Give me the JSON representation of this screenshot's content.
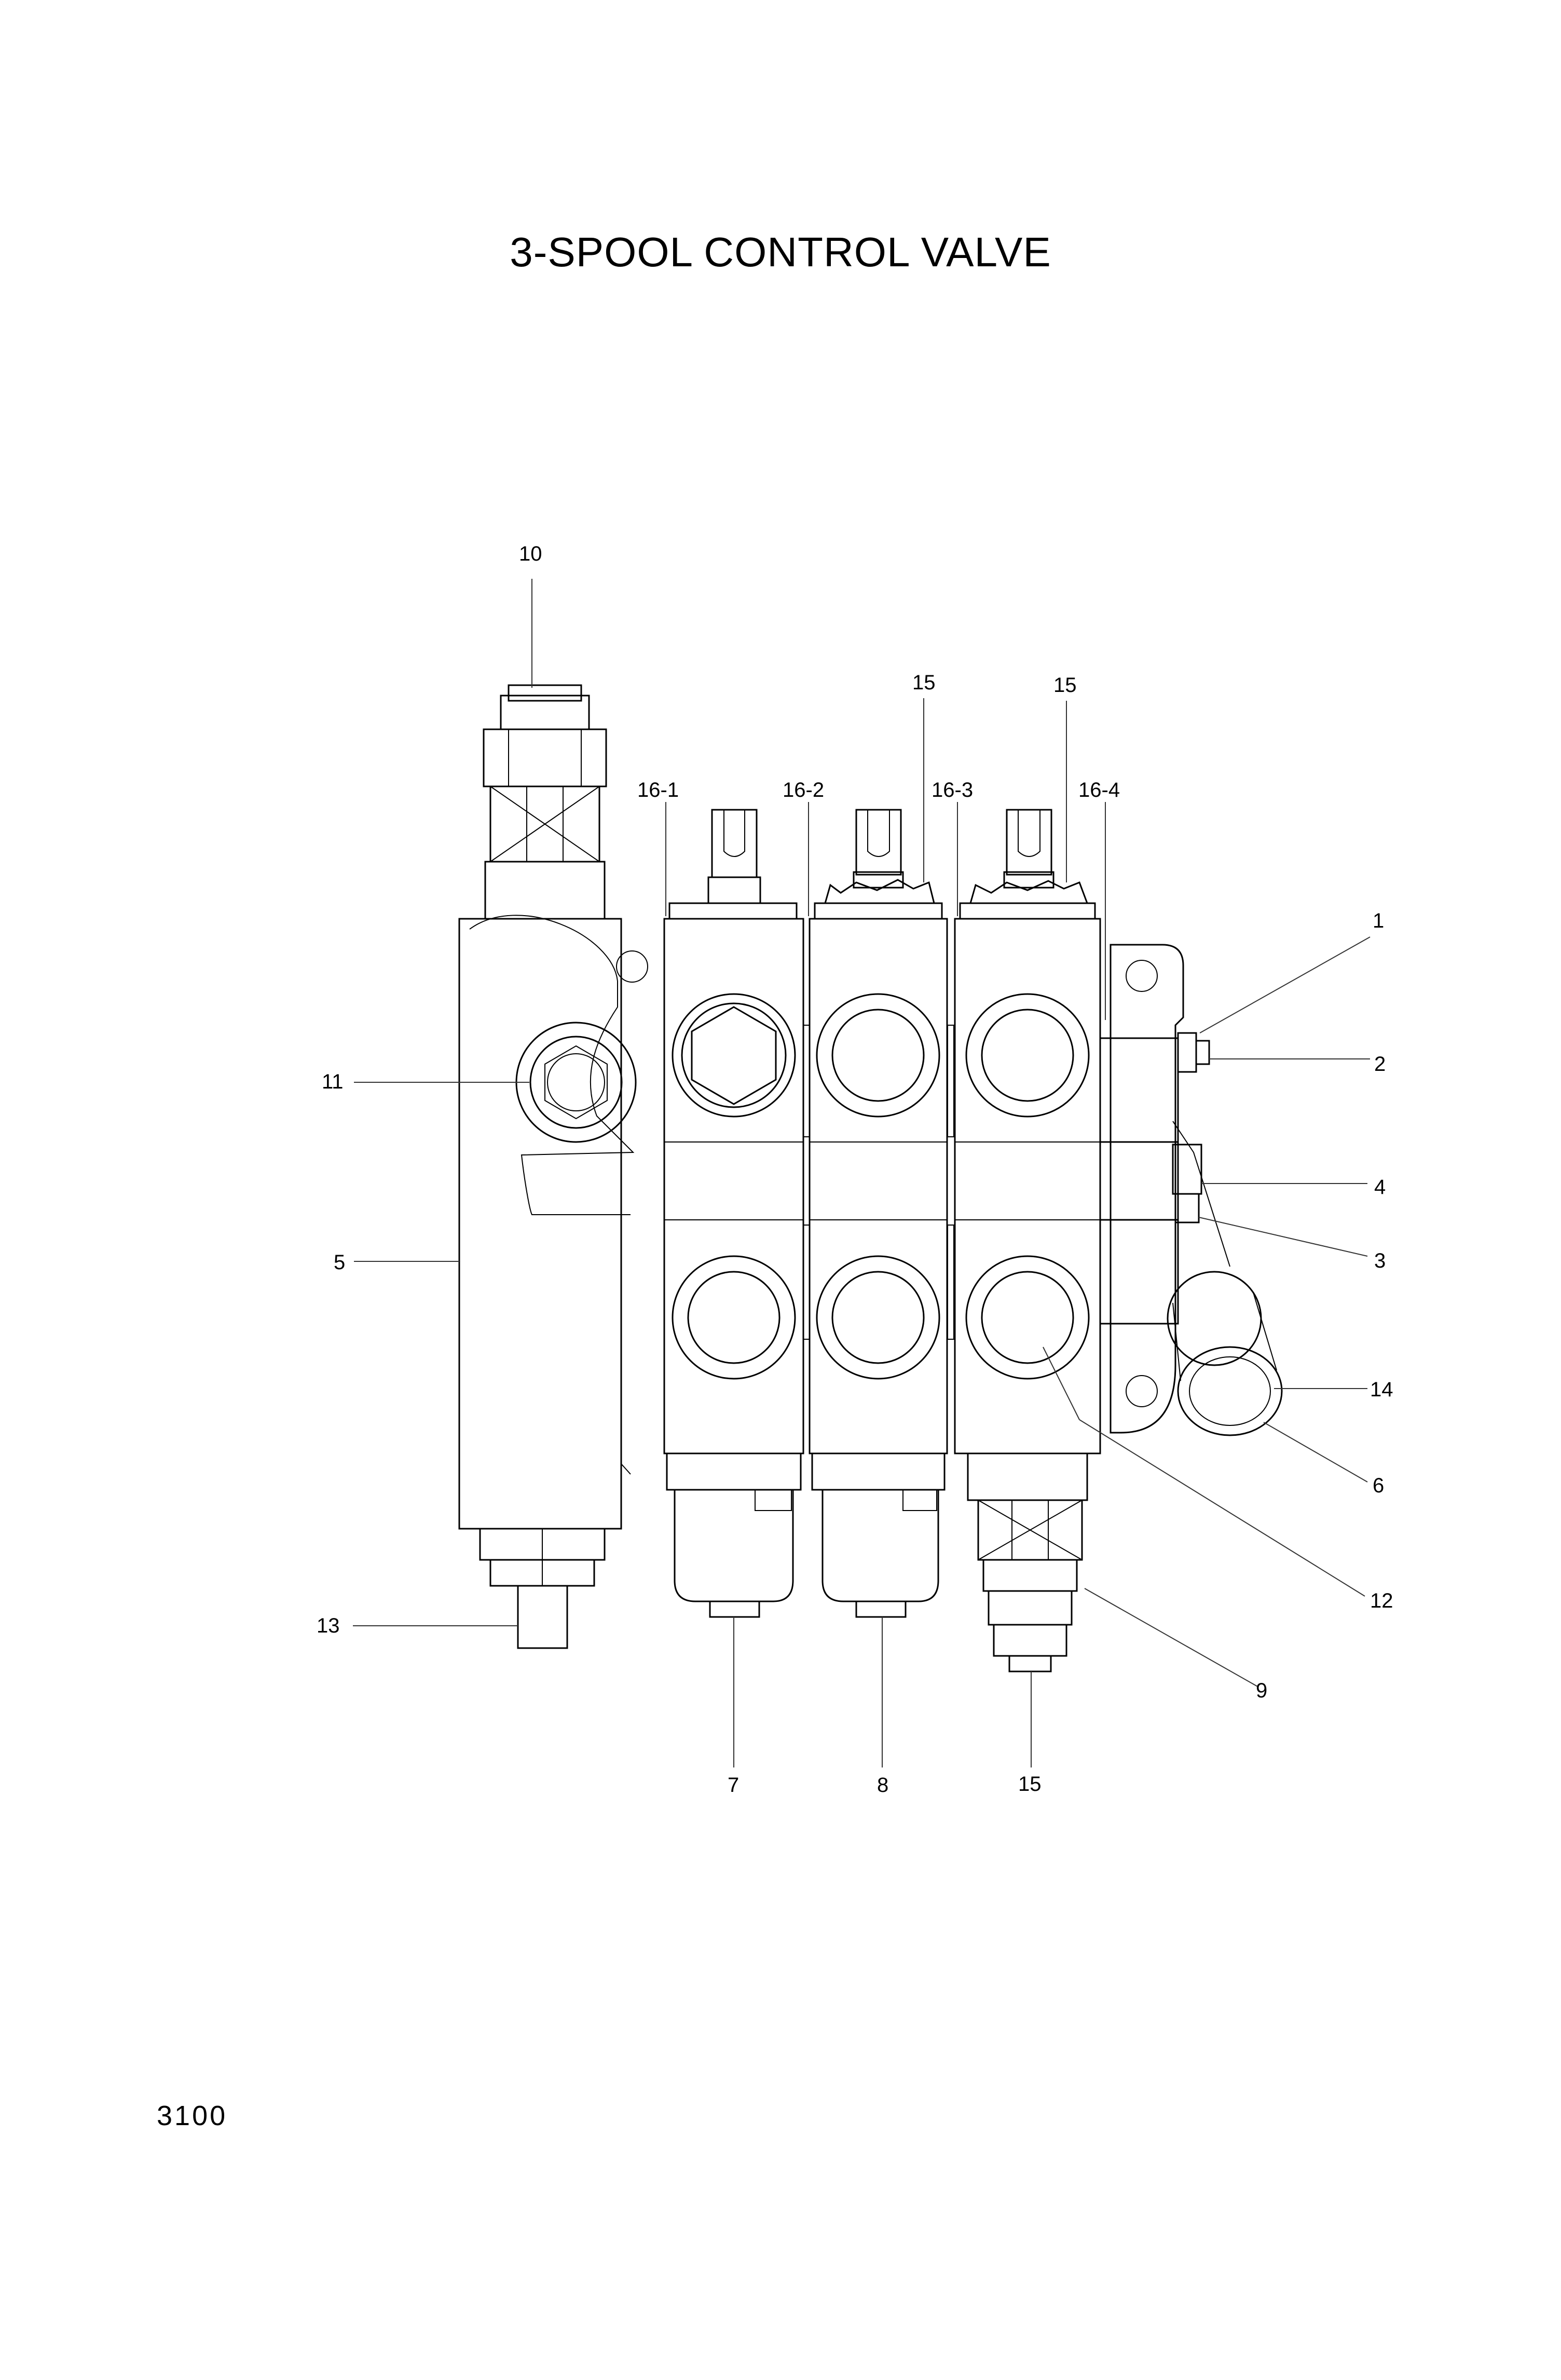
{
  "title": "3-SPOOL CONTROL VALVE",
  "page_number": "3100",
  "callouts": [
    {
      "id": "callout-10",
      "text": "10"
    },
    {
      "id": "callout-15-top-a",
      "text": "15"
    },
    {
      "id": "callout-15-top-b",
      "text": "15"
    },
    {
      "id": "callout-16-1",
      "text": "16-1"
    },
    {
      "id": "callout-16-2",
      "text": "16-2"
    },
    {
      "id": "callout-16-3",
      "text": "16-3"
    },
    {
      "id": "callout-16-4",
      "text": "16-4"
    },
    {
      "id": "callout-1",
      "text": "1"
    },
    {
      "id": "callout-2",
      "text": "2"
    },
    {
      "id": "callout-11",
      "text": "11"
    },
    {
      "id": "callout-4",
      "text": "4"
    },
    {
      "id": "callout-5",
      "text": "5"
    },
    {
      "id": "callout-3",
      "text": "3"
    },
    {
      "id": "callout-14",
      "text": "14"
    },
    {
      "id": "callout-6",
      "text": "6"
    },
    {
      "id": "callout-12",
      "text": "12"
    },
    {
      "id": "callout-13",
      "text": "13"
    },
    {
      "id": "callout-9",
      "text": "9"
    },
    {
      "id": "callout-7",
      "text": "7"
    },
    {
      "id": "callout-8",
      "text": "8"
    },
    {
      "id": "callout-15-bottom",
      "text": "15"
    }
  ]
}
